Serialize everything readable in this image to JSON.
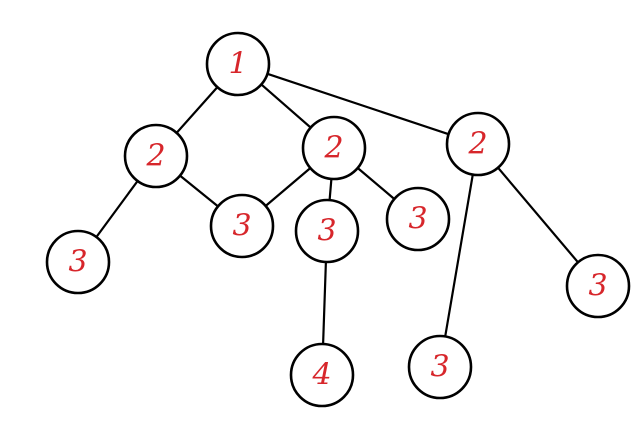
{
  "colors": {
    "background": "#ffffff",
    "edge": "#000000",
    "node_stroke": "#000000",
    "node_label": "#d7262b"
  },
  "nodes": [
    {
      "id": "n1",
      "label": "1"
    },
    {
      "id": "n2a",
      "label": "2"
    },
    {
      "id": "n2b",
      "label": "2"
    },
    {
      "id": "n2c",
      "label": "2"
    },
    {
      "id": "n3a",
      "label": "3"
    },
    {
      "id": "n3b",
      "label": "3"
    },
    {
      "id": "n3c",
      "label": "3"
    },
    {
      "id": "n3d",
      "label": "3"
    },
    {
      "id": "n3e",
      "label": "3"
    },
    {
      "id": "n3f",
      "label": "3"
    },
    {
      "id": "n4",
      "label": "4"
    }
  ],
  "edges": [
    {
      "from": "n1",
      "to": "n2a"
    },
    {
      "from": "n1",
      "to": "n2b"
    },
    {
      "from": "n1",
      "to": "n2c"
    },
    {
      "from": "n2a",
      "to": "n3a"
    },
    {
      "from": "n2a",
      "to": "n3b"
    },
    {
      "from": "n2b",
      "to": "n3b"
    },
    {
      "from": "n2b",
      "to": "n3c"
    },
    {
      "from": "n2b",
      "to": "n3d"
    },
    {
      "from": "n3c",
      "to": "n4"
    },
    {
      "from": "n2c",
      "to": "n3e"
    },
    {
      "from": "n2c",
      "to": "n3f"
    }
  ]
}
